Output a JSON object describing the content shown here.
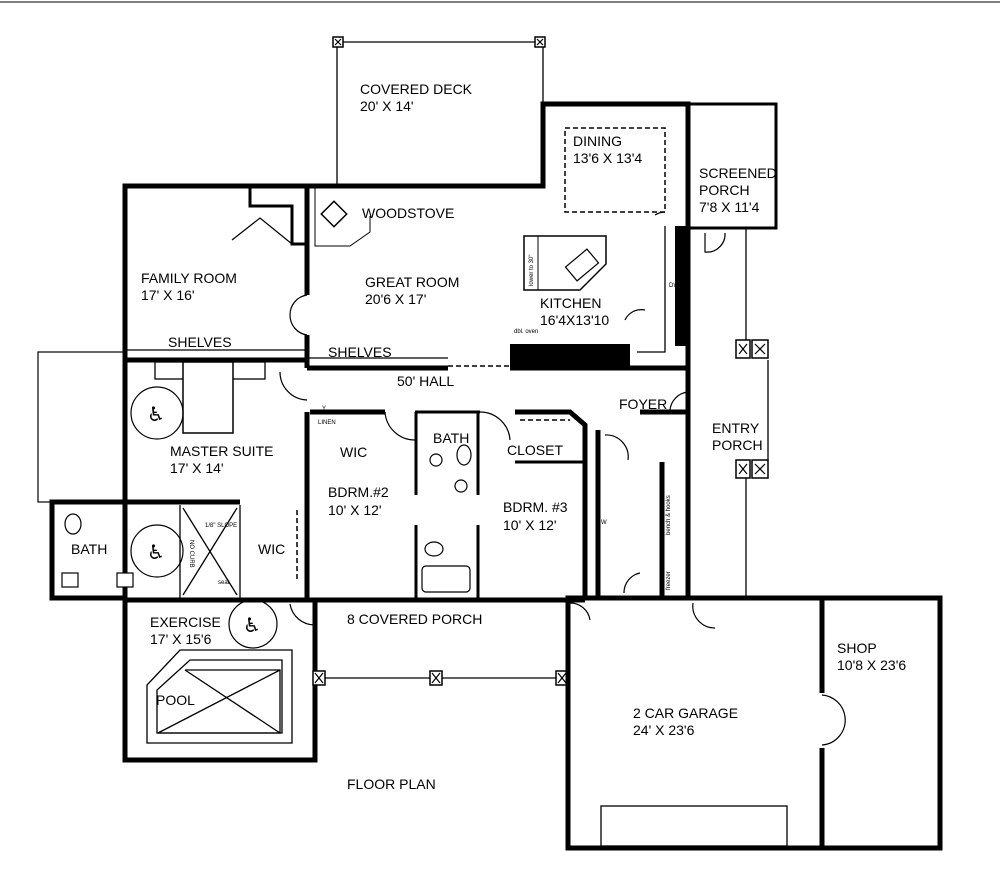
{
  "plan": {
    "title": "FLOOR PLAN",
    "rooms": {
      "covered_deck": {
        "name": "COVERED DECK",
        "size": "20' X 14'"
      },
      "dining": {
        "name": "DINING",
        "size": "13'6 X 13'4"
      },
      "screened_porch": {
        "name1": "SCREENED",
        "name2": "PORCH",
        "size": "7'8 X 11'4"
      },
      "woodstove": {
        "name": "WOODSTOVE"
      },
      "family_room": {
        "name": "FAMILY ROOM",
        "size": "17' X 16'"
      },
      "great_room": {
        "name": "GREAT ROOM",
        "size": "20'6 X 17'"
      },
      "kitchen": {
        "name": "KITCHEN",
        "size": "16'4X13'10"
      },
      "shelves_family": {
        "name": "SHELVES"
      },
      "shelves_great": {
        "name": "SHELVES"
      },
      "hall": {
        "name": "50' HALL"
      },
      "foyer": {
        "name": "FOYER"
      },
      "entry_porch": {
        "name1": "ENTRY",
        "name2": "PORCH"
      },
      "master_suite": {
        "name": "MASTER SUITE",
        "size": "17' X 14'"
      },
      "wic_hall": {
        "name": "WIC"
      },
      "hall_bath": {
        "name": "BATH"
      },
      "closet": {
        "name": "CLOSET"
      },
      "bdrm2": {
        "name": "BDRM.#2",
        "size": "10' X 12'"
      },
      "bdrm3": {
        "name": "BDRM. #3",
        "size": "10' X 12'"
      },
      "master_bath": {
        "name": "BATH"
      },
      "master_wic": {
        "name": "WIC"
      },
      "exercise": {
        "name": "EXERCISE",
        "size": "17' X 15'6"
      },
      "pool": {
        "name": "POOL"
      },
      "covered_porch": {
        "name": "8 COVERED PORCH"
      },
      "garage": {
        "name": "2 CAR GARAGE",
        "size": "24' X 23'6"
      },
      "shop": {
        "name": "SHOP",
        "size": "10'8 X 23'6"
      }
    },
    "annotations": {
      "linen": "LINEN",
      "slope": "1/8\" SLOPE",
      "no_curb": "NO CURB",
      "seat": "seat",
      "dbl_oven": "dbl. oven",
      "lower_to": "lower to 30\"",
      "bench_hooks": "bench & hooks",
      "freezer": "freezer",
      "dw": "DW",
      "w": "W",
      "y": "Y"
    }
  }
}
